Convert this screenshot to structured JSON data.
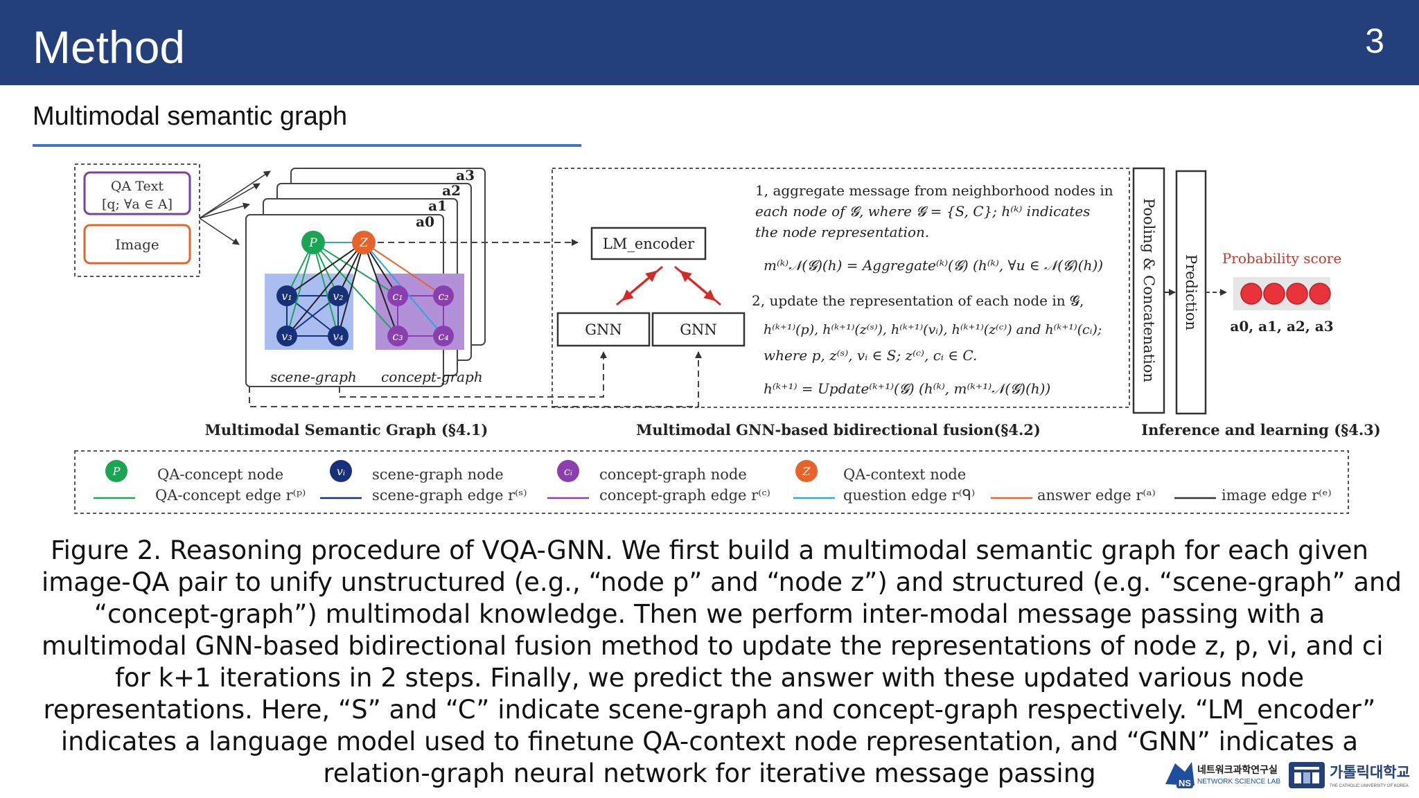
{
  "header": {
    "title": "Method",
    "page_number": "3"
  },
  "section": {
    "subtitle": "Multimodal semantic graph"
  },
  "figure": {
    "inputs": {
      "qa_text": "QA Text",
      "qa_formula": "[q; ∀a ∈ A]",
      "image": "Image"
    },
    "answer_stack": [
      "a3",
      "a2",
      "a1",
      "a0"
    ],
    "nodes": {
      "p": "P",
      "z": "Z",
      "v1": "v₁",
      "v2": "v₂",
      "v3": "v₃",
      "v4": "v₄",
      "c1": "c₁",
      "c2": "c₂",
      "c3": "c₃",
      "c4": "c₄"
    },
    "graph_labels": {
      "scene": "scene-graph",
      "concept": "concept-graph"
    },
    "lm_encoder": "LM_encoder",
    "gnn": [
      "GNN",
      "GNN"
    ],
    "equations": [
      "1, aggregate message from neighborhood nodes in",
      "each node of 𝓖,  where 𝓖 = {S, C}; h⁽ᵏ⁾ indicates",
      "the node representation.",
      "m⁽ᵏ⁾𝒩(𝓖)(h) = Aggregate⁽ᵏ⁾(𝓖) (h⁽ᵏ⁾, ∀u ∈ 𝒩(𝓖)(h))",
      "2, update the representation of each node in 𝓖,",
      "h⁽ᵏ⁺¹⁾(p), h⁽ᵏ⁺¹⁾(z⁽ˢ⁾), h⁽ᵏ⁺¹⁾(vᵢ), h⁽ᵏ⁺¹⁾(z⁽ᶜ⁾) and h⁽ᵏ⁺¹⁾(cᵢ);",
      "where p, z⁽ˢ⁾, vᵢ ∈ S;  z⁽ᶜ⁾, cᵢ ∈ C.",
      "h⁽ᵏ⁺¹⁾ = Update⁽ᵏ⁺¹⁾(𝓖) (h⁽ᵏ⁾, m⁽ᵏ⁺¹⁾𝒩(𝓖)(h))"
    ],
    "pooling": "Pooling & Concatenation",
    "prediction": "Prediction",
    "probability_title": "Probability score",
    "probability_answers": "a0, a1, a2, a3",
    "section_labels": [
      "Multimodal Semantic Graph (§4.1)",
      "Multimodal GNN-based bidirectional fusion(§4.2)",
      "Inference and learning (§4.3)"
    ],
    "legend": {
      "qa_concept_node": "QA-concept node",
      "qa_concept_edge": "QA-concept edge r⁽ᵖ⁾",
      "scene_graph_node": "scene-graph node",
      "scene_graph_edge": "scene-graph edge r⁽ˢ⁾",
      "concept_graph_node": "concept-graph node",
      "concept_graph_edge": "concept-graph edge r⁽ᶜ⁾",
      "qa_context_node": "QA-context node",
      "question_edge": "question edge r⁽ᑫ⁾",
      "answer_edge": "answer edge r⁽ᵃ⁾",
      "image_edge": "image edge r⁽ᵉ⁾",
      "icon_p": "P",
      "icon_v": "vᵢ",
      "icon_c": "cᵢ",
      "icon_z": "Z"
    },
    "colors": {
      "green": "#1aa555",
      "navy": "#17307a",
      "purple": "#8a3fb0",
      "orange": "#e8622a",
      "cyan": "#2aa7df",
      "red": "#e8333a"
    }
  },
  "caption": [
    "Figure 2. Reasoning procedure of VQA-GNN. We first build a multimodal semantic graph for each given",
    "image-QA pair to unify unstructured (e.g., “node p” and “node z”) and structured (e.g. “scene-graph” and",
    "“concept-graph”) multimodal knowledge. Then we perform inter-modal message passing with a",
    "multimodal GNN-based bidirectional fusion method to update the representations of node z, p, vi, and ci",
    "for k+1 iterations in 2 steps. Finally, we predict the answer with these updated various node",
    "representations. Here, “S” and “C” indicate scene-graph and concept-graph respectively. “LM_encoder”",
    "indicates a language model used to finetune QA-context node representation, and “GNN” indicates a",
    "relation-graph neural network for iterative message passing"
  ],
  "logos": {
    "lab_kr": "네트워크과학연구실",
    "lab_en": "NETWORK SCIENCE LAB",
    "lab_mark": "NS",
    "univ_kr": "가톨릭대학교",
    "univ_en": "THE CATHOLIC UNIVERSITY OF KOREA"
  }
}
